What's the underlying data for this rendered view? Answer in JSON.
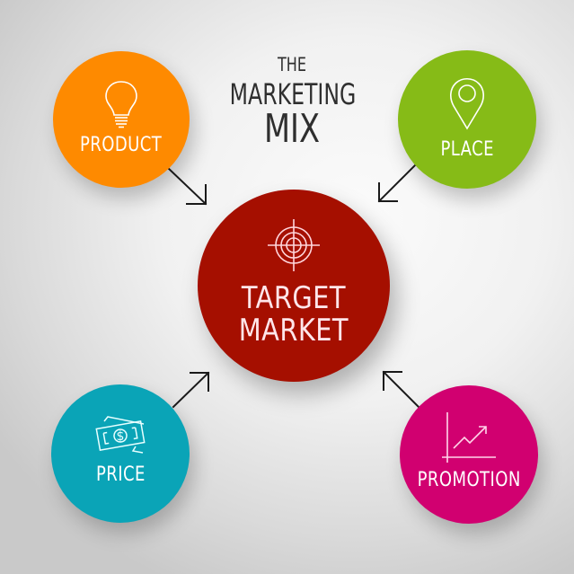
{
  "title": {
    "line1": "THE",
    "line2": "MARKETING",
    "line3": "MIX"
  },
  "center": {
    "label_line1": "TARGET",
    "label_line2": "MARKET",
    "icon": "target-crosshair-icon",
    "color": "#a50f00"
  },
  "nodes": [
    {
      "id": "product",
      "label": "PRODUCT",
      "icon": "lightbulb-icon",
      "color": "#fe8a00"
    },
    {
      "id": "place",
      "label": "PLACE",
      "icon": "map-pin-icon",
      "color": "#86bb17"
    },
    {
      "id": "price",
      "label": "PRICE",
      "icon": "money-bills-icon",
      "color": "#0aa4b7"
    },
    {
      "id": "promotion",
      "label": "PROMOTION",
      "icon": "growth-chart-icon",
      "color": "#d10070"
    }
  ],
  "arrows": [
    {
      "from": "product",
      "to": "center"
    },
    {
      "from": "place",
      "to": "center"
    },
    {
      "from": "price",
      "to": "center"
    },
    {
      "from": "promotion",
      "to": "center"
    }
  ]
}
